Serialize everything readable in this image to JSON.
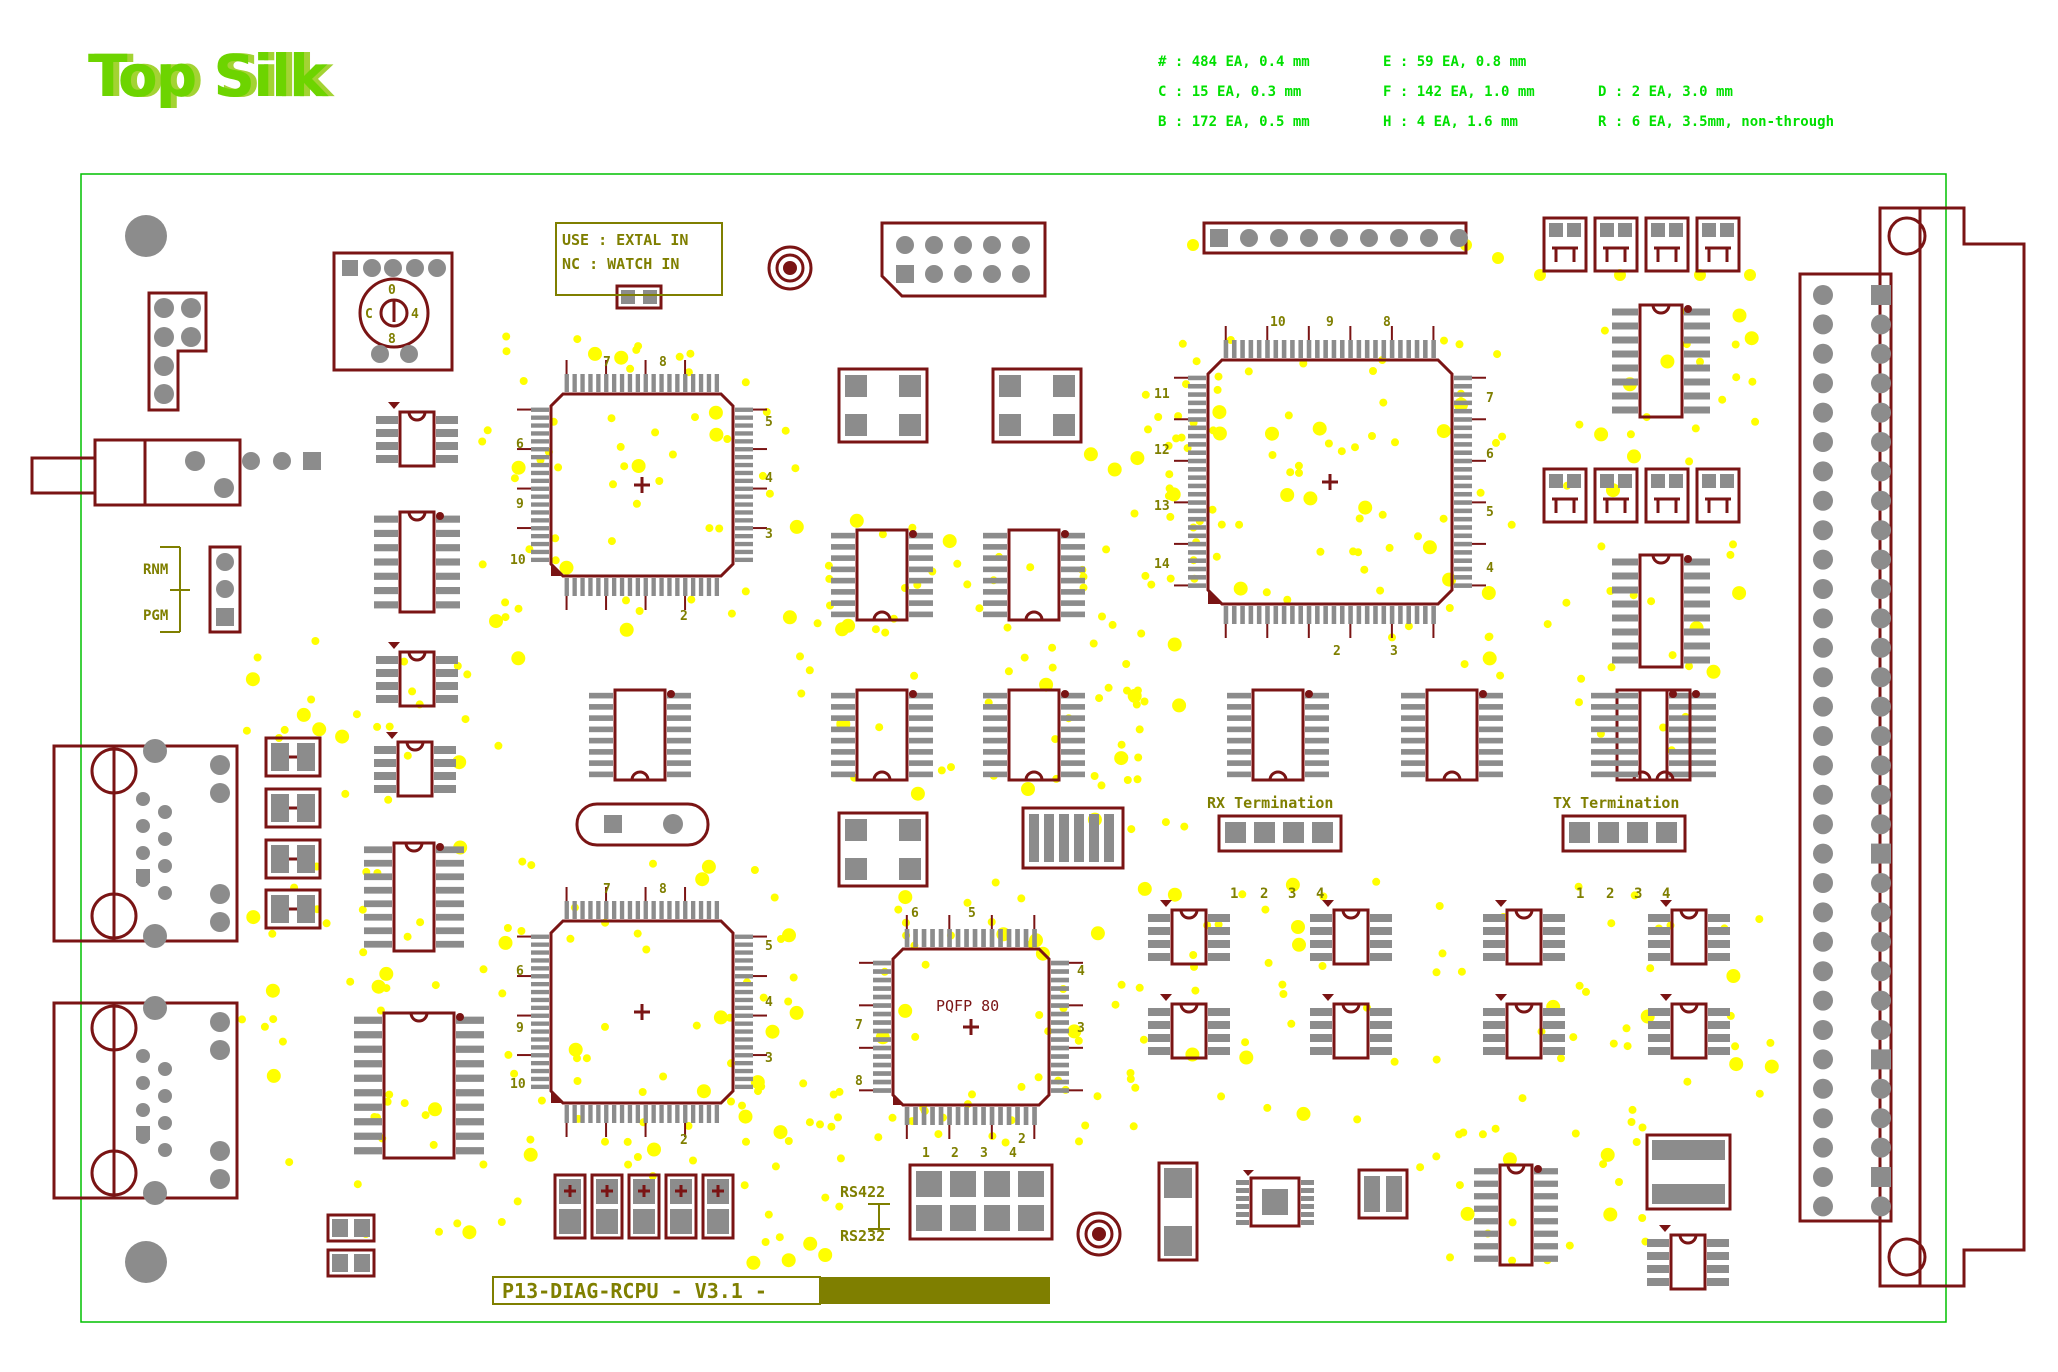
{
  "title": "Top Silk",
  "drill_legend": [
    {
      "code": "# :",
      "text": "484 EA, 0.4 mm"
    },
    {
      "code": "C :",
      "text": "15 EA, 0.3 mm"
    },
    {
      "code": "B :",
      "text": "172 EA, 0.5 mm"
    },
    {
      "code": "E :",
      "text": "59 EA, 0.8 mm"
    },
    {
      "code": "F :",
      "text": "142 EA, 1.0 mm"
    },
    {
      "code": "H :",
      "text": "4 EA, 1.6 mm"
    },
    {
      "code": "D :",
      "text": "2 EA, 3.0 mm"
    },
    {
      "code": "R :",
      "text": "6 EA, 3.5mm, non-through"
    }
  ],
  "labels": {
    "extal": "USE : EXTAL IN",
    "watch": "NC : WATCH IN",
    "rnm": "RNM",
    "pgm": "PGM",
    "rx_term": "RX Termination",
    "tx_term": "TX Termination",
    "rs422": "RS422",
    "rs232": "RS232",
    "pqfp": "PQFP 80",
    "board_name": "P13-DIAG-RCPU - V3.1 -",
    "rot_0": "0",
    "rot_c": "C",
    "rot_4": "4",
    "rot_8": "8"
  },
  "pin_labels": {
    "qfp1": [
      "7",
      "8",
      "6",
      "9",
      "10",
      "5",
      "4",
      "3",
      "2"
    ],
    "qfp2": [
      "7",
      "8",
      "6",
      "9",
      "10",
      "5",
      "4",
      "3",
      "2"
    ],
    "qfp3": [
      "10",
      "9",
      "8",
      "11",
      "12",
      "13",
      "14",
      "7",
      "6",
      "5",
      "4",
      "2",
      "3"
    ],
    "pqfp": [
      "6",
      "5",
      "4",
      "7",
      "3",
      "8",
      "1",
      "2",
      "3",
      "4",
      "2"
    ],
    "rx_nums": [
      "1",
      "2",
      "3",
      "4"
    ],
    "tx_nums": [
      "1",
      "2",
      "3",
      "4"
    ]
  },
  "colors": {
    "silk": "#7a1414",
    "pad": "#8c8c8c",
    "via": "#ffff00",
    "outline": "#00c000",
    "legend": "#00e000",
    "text": "#7f7f00"
  }
}
